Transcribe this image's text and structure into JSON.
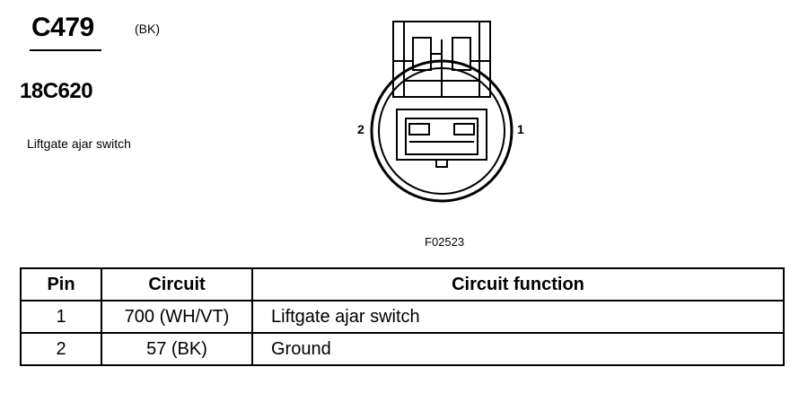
{
  "header": {
    "connector_id": "C479",
    "color_code": "(BK)",
    "part_number": "18C620",
    "description": "Liftgate ajar switch"
  },
  "diagram": {
    "pin_left_label": "2",
    "pin_right_label": "1",
    "figure_id": "F02523"
  },
  "table": {
    "headers": [
      "Pin",
      "Circuit",
      "Circuit function"
    ],
    "rows": [
      {
        "pin": "1",
        "circuit": "700 (WH/VT)",
        "function": "Liftgate ajar switch"
      },
      {
        "pin": "2",
        "circuit": "57 (BK)",
        "function": "Ground"
      }
    ]
  }
}
